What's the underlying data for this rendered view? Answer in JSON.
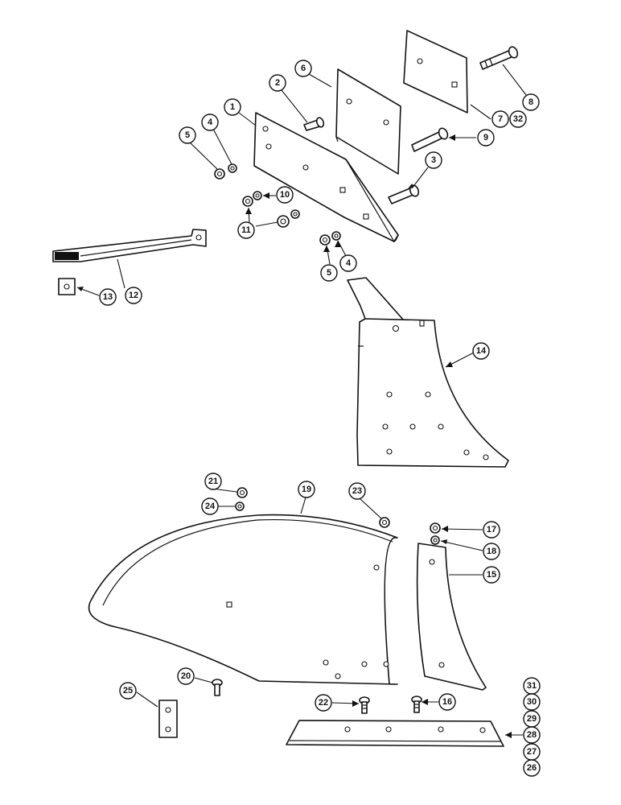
{
  "callouts": [
    "1",
    "2",
    "3",
    "4",
    "5",
    "6",
    "7",
    "8",
    "9",
    "10",
    "11",
    "12",
    "13",
    "14",
    "15",
    "16",
    "17",
    "18",
    "19",
    "20",
    "21",
    "22",
    "23",
    "24",
    "25",
    "26",
    "27",
    "28",
    "29",
    "30",
    "31",
    "32",
    "4",
    "5"
  ],
  "colors": {
    "ink": "#111111",
    "paper": "#ffffff"
  }
}
